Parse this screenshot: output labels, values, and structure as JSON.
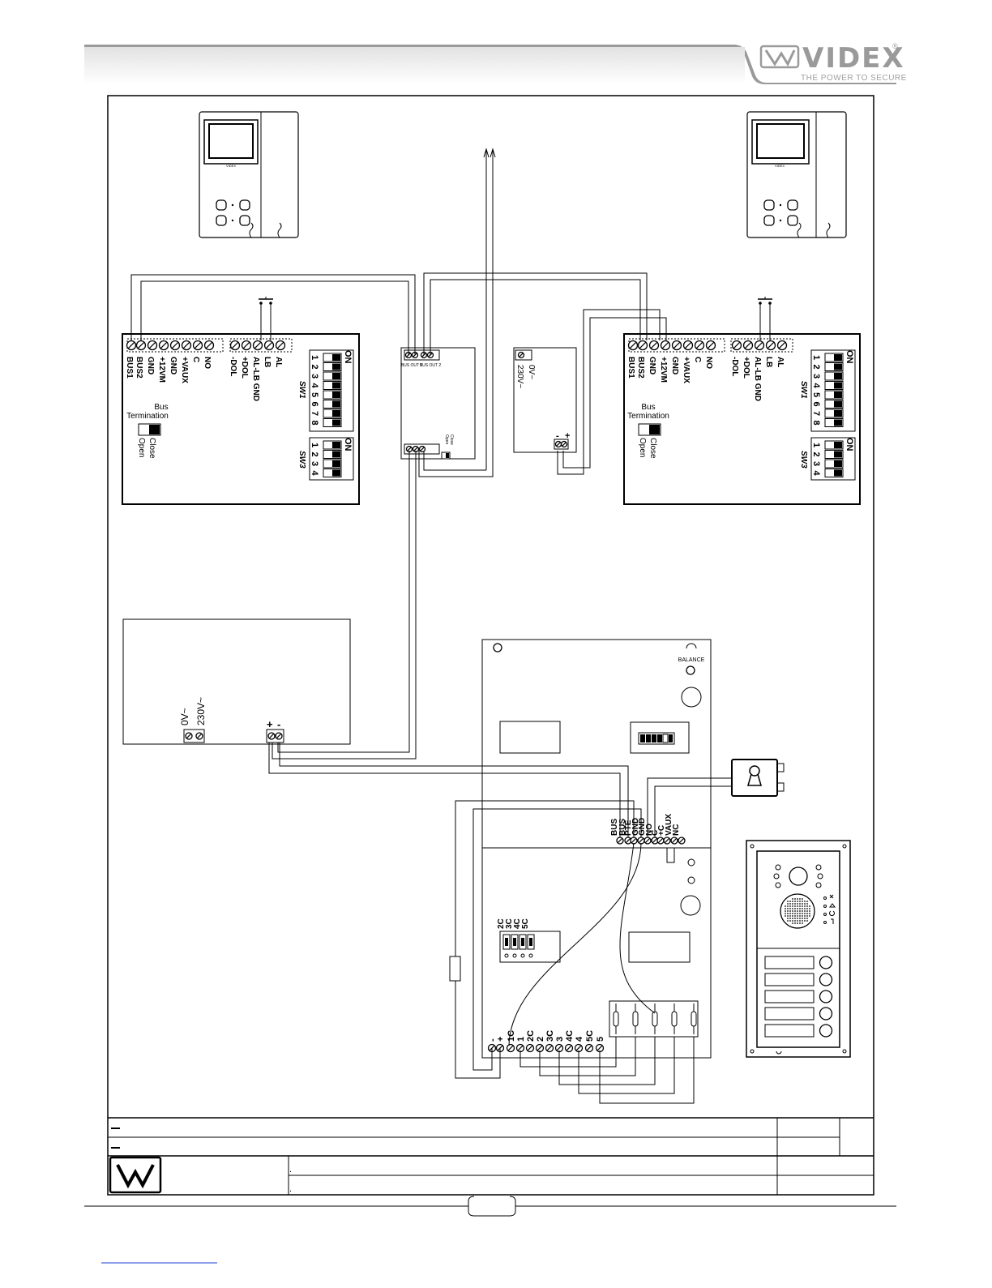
{
  "header": {
    "brand": "VIDEX",
    "registered": "®",
    "tagline": "THE POWER TO SECURE",
    "logo_icon": "vx-logo-icon"
  },
  "monitor": {
    "brand": "VIDEX"
  },
  "interface": {
    "terminals_main": [
      "BUS1",
      "BUS2",
      "GND",
      "+12VM",
      "GND",
      "+VAUX",
      "C",
      "NO"
    ],
    "terminals_aux": [
      "-DOL",
      "+DOL",
      "AL-LB GND",
      "LB",
      "AL"
    ],
    "sw1_label": "SW1",
    "sw3_label": "SW3",
    "on_label": "ON",
    "sw1_numbers": [
      "1",
      "2",
      "3",
      "4",
      "5",
      "6",
      "7",
      "8"
    ],
    "sw3_numbers": [
      "1",
      "2",
      "3",
      "4"
    ],
    "bus_label": "Bus",
    "termination_label": "Termination",
    "close_label": "Close",
    "open_label": "Open"
  },
  "bus_splitter": {
    "out1": "BUS OUT 1",
    "out2": "BUS OUT 2",
    "close_label": "Close",
    "open_label": "Open"
  },
  "psu_small": {
    "zero_v": "0V~",
    "mains": "230V~",
    "plus": "+",
    "minus": "-"
  },
  "psu_large": {
    "zero_v": "0V~",
    "mains": "230V~",
    "plus": "+",
    "minus": "-"
  },
  "panel": {
    "balance": "BALANCE",
    "terminals_top": [
      "BUS",
      "BUS",
      "PTE",
      "GND",
      "GND",
      "NO",
      "C",
      "+C",
      "VAUX",
      "NC"
    ],
    "terminals_bottom": [
      "-",
      "+",
      "1C",
      "1",
      "2C",
      "2",
      "3C",
      "3",
      "4C",
      "4",
      "5C",
      "5"
    ],
    "jumpers": [
      "2C",
      "3C",
      "4C",
      "5C"
    ]
  },
  "title_block": {
    "rows": [
      "",
      ""
    ],
    "desc": [
      ".",
      "."
    ]
  }
}
